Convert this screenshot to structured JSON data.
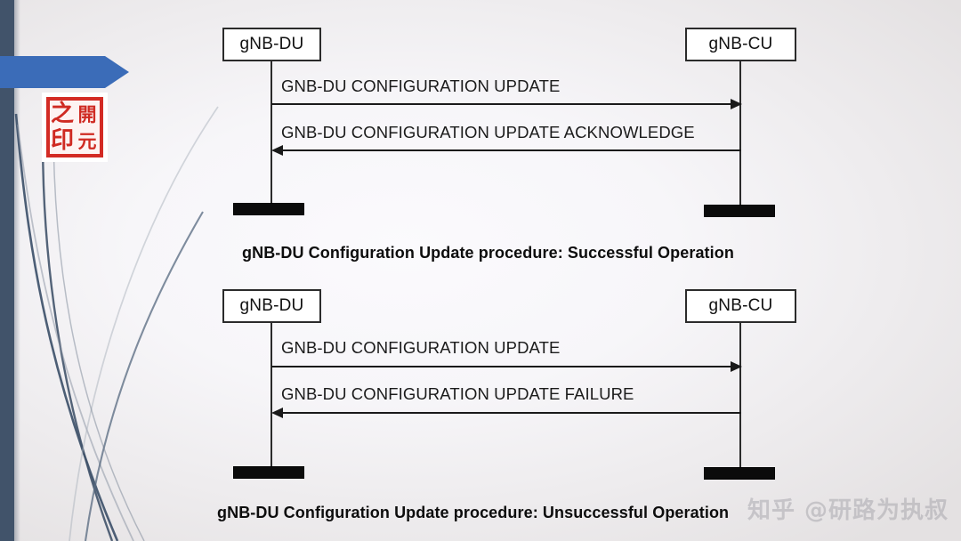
{
  "slide": {
    "background_color": "#f7f6f9",
    "edge_bar_color": "#41536a",
    "accent_blue": "#3b6cb8",
    "seal_red": "#cf2a22"
  },
  "decor": {
    "blue_arrow_name": "blue-arrow-banner",
    "seal_characters": [
      "開",
      "元",
      "之",
      "印"
    ]
  },
  "diagrams": [
    {
      "id": "successful",
      "left_actor": "gNB-DU",
      "right_actor": "gNB-CU",
      "messages": [
        {
          "label": "GNB-DU CONFIGURATION UPDATE",
          "direction": "right"
        },
        {
          "label": "GNB-DU CONFIGURATION UPDATE ACKNOWLEDGE",
          "direction": "left"
        }
      ],
      "caption": "gNB-DU Configuration Update procedure: Successful Operation"
    },
    {
      "id": "unsuccessful",
      "left_actor": "gNB-DU",
      "right_actor": "gNB-CU",
      "messages": [
        {
          "label": "GNB-DU CONFIGURATION UPDATE",
          "direction": "right"
        },
        {
          "label": "GNB-DU CONFIGURATION UPDATE FAILURE",
          "direction": "left"
        }
      ],
      "caption": "gNB-DU Configuration Update procedure: Unsuccessful Operation"
    }
  ],
  "watermark": {
    "text": "知乎 @研路为执叔"
  }
}
